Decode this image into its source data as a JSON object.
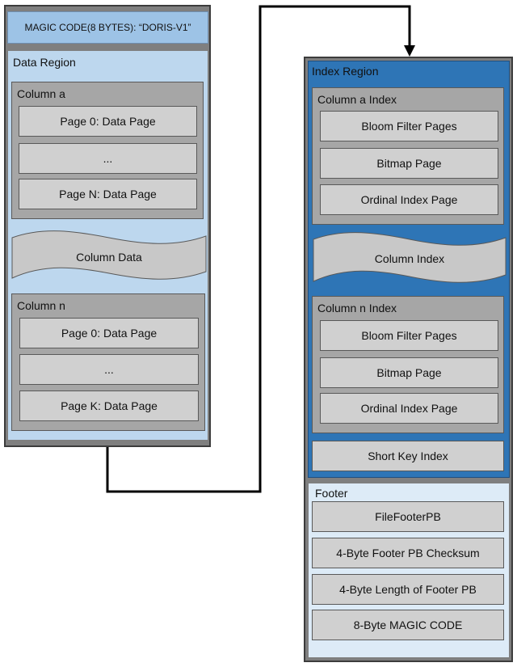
{
  "left": {
    "magic_code": "MAGIC CODE(8 BYTES):  “DORIS-V1”",
    "data_region": {
      "title": "Data Region",
      "column_a": {
        "title": "Column a",
        "pages": [
          "Page 0: Data Page",
          "...",
          "Page N: Data Page"
        ]
      },
      "column_data": "Column Data",
      "column_n": {
        "title": "Column n",
        "pages": [
          "Page 0: Data Page",
          "...",
          "Page K: Data Page"
        ]
      }
    }
  },
  "right": {
    "index_region": {
      "title": "Index Region",
      "column_a_index": {
        "title": "Column a Index",
        "pages": [
          "Bloom Filter Pages",
          "Bitmap Page",
          "Ordinal Index Page"
        ]
      },
      "column_index": "Column Index",
      "column_n_index": {
        "title": "Column n Index",
        "pages": [
          "Bloom Filter Pages",
          "Bitmap Page",
          "Ordinal Index Page"
        ]
      },
      "short_key_index": "Short Key Index"
    },
    "footer": {
      "title": "Footer",
      "items": [
        "FileFooterPB",
        "4-Byte Footer PB Checksum",
        "4-Byte Length of Footer PB",
        "8-Byte MAGIC CODE"
      ]
    }
  },
  "colors": {
    "outer_frame": "#7f7f7f",
    "magic_fill": "#9dc3e6",
    "data_region_fill": "#bdd7ee",
    "index_region_fill": "#2e75b6",
    "footer_fill": "#ddebf7",
    "column_fill": "#a6a6a6",
    "page_fill": "#d0d0d0",
    "connector": "#000000"
  }
}
